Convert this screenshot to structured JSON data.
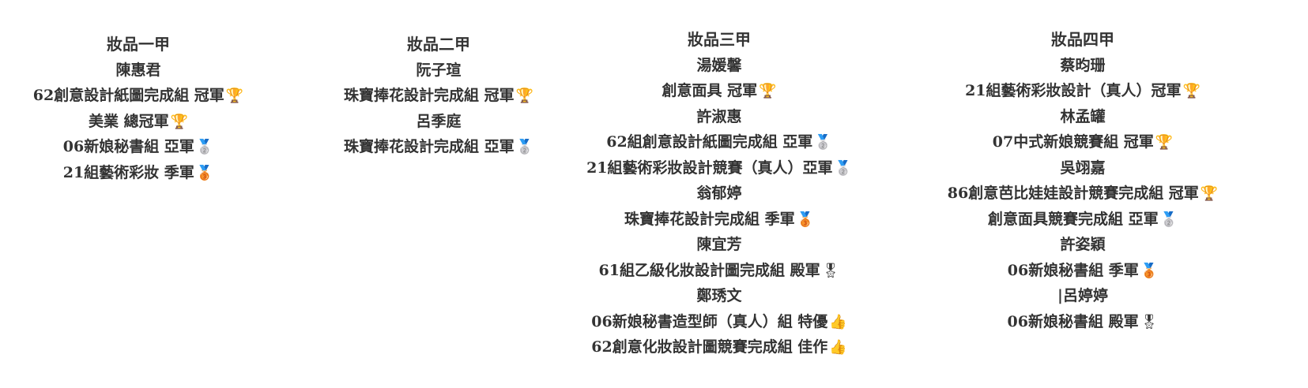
{
  "columns": [
    {
      "title": "妝品一甲",
      "lines": [
        {
          "text": "陳惠君",
          "emoji": ""
        },
        {
          "text": "62創意設計紙圖完成組  冠軍",
          "emoji": "🏆"
        },
        {
          "text": "美業  總冠軍",
          "emoji": "🏆"
        },
        {
          "text": "06新娘秘書組  亞軍",
          "emoji": "🥈"
        },
        {
          "text": "21組藝術彩妝  季軍",
          "emoji": "🥉"
        }
      ]
    },
    {
      "title": "妝品二甲",
      "lines": [
        {
          "text": "阮子瑄",
          "emoji": ""
        },
        {
          "text": "珠寶捧花設計完成組  冠軍",
          "emoji": "🏆"
        },
        {
          "text": "呂季庭",
          "emoji": ""
        },
        {
          "text": "珠寶捧花設計完成組  亞軍",
          "emoji": "🥈"
        }
      ]
    },
    {
      "title": "妝品三甲",
      "lines": [
        {
          "text": "湯媛馨",
          "emoji": ""
        },
        {
          "text": "創意面具  冠軍",
          "emoji": "🏆"
        },
        {
          "text": "許淑惠",
          "emoji": ""
        },
        {
          "text": "62組創意設計紙圖完成組  亞軍",
          "emoji": "🥈"
        },
        {
          "text": "21組藝術彩妝設計競賽（真人）亞軍",
          "emoji": "🥈"
        },
        {
          "text": "翁郁婷",
          "emoji": ""
        },
        {
          "text": "珠寶捧花設計完成組  季軍",
          "emoji": "🥉"
        },
        {
          "text": "陳宜芳",
          "emoji": ""
        },
        {
          "text": "61組乙級化妝設計圖完成組  殿軍",
          "emoji": "🎖"
        },
        {
          "text": "鄭琇文",
          "emoji": ""
        },
        {
          "text": "06新娘秘書造型師（真人）組  特優",
          "emoji": "👍"
        },
        {
          "text": "62創意化妝設計圖競賽完成組  佳作",
          "emoji": "👍"
        }
      ]
    },
    {
      "title": "妝品四甲",
      "lines": [
        {
          "text": "蔡昀珊",
          "emoji": ""
        },
        {
          "text": "21組藝術彩妝設計（真人）冠軍",
          "emoji": "🏆"
        },
        {
          "text": "林孟罐",
          "emoji": ""
        },
        {
          "text": "07中式新娘競賽組  冠軍",
          "emoji": "🏆"
        },
        {
          "text": "吳翊嘉",
          "emoji": ""
        },
        {
          "text": "86創意芭比娃娃設計競賽完成組  冠軍",
          "emoji": "🏆"
        },
        {
          "text": "創意面具競賽完成組  亞軍",
          "emoji": "🥈"
        },
        {
          "text": "許姿穎",
          "emoji": ""
        },
        {
          "text": "06新娘秘書組  季軍",
          "emoji": "🥉"
        },
        {
          "text": "|呂婷婷",
          "emoji": ""
        },
        {
          "text": "06新娘秘書組  殿軍",
          "emoji": "🎖"
        }
      ]
    }
  ]
}
